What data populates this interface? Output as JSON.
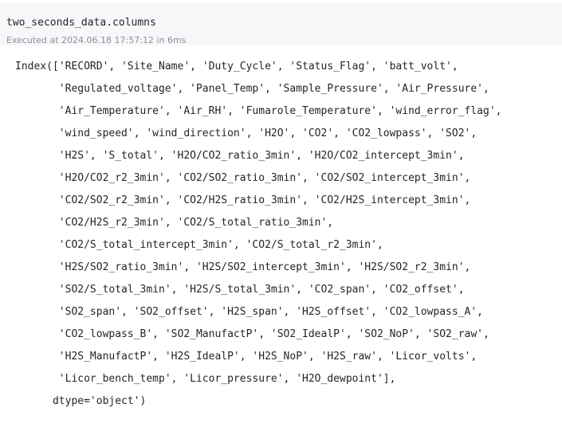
{
  "cell": {
    "code": "two_seconds_data.columns",
    "meta_prefix": "Executed at ",
    "timestamp": "2024.06.18 17:57:12",
    "meta_mid": " in ",
    "duration": "6ms"
  },
  "output": {
    "lines": [
      "Index(['RECORD', 'Site_Name', 'Duty_Cycle', 'Status_Flag', 'batt_volt',",
      "       'Regulated_voltage', 'Panel_Temp', 'Sample_Pressure', 'Air_Pressure',",
      "       'Air_Temperature', 'Air_RH', 'Fumarole_Temperature', 'wind_error_flag',",
      "       'wind_speed', 'wind_direction', 'H2O', 'CO2', 'CO2_lowpass', 'SO2',",
      "       'H2S', 'S_total', 'H2O/CO2_ratio_3min', 'H2O/CO2_intercept_3min',",
      "       'H2O/CO2_r2_3min', 'CO2/SO2_ratio_3min', 'CO2/SO2_intercept_3min',",
      "       'CO2/SO2_r2_3min', 'CO2/H2S_ratio_3min', 'CO2/H2S_intercept_3min',",
      "       'CO2/H2S_r2_3min', 'CO2/S_total_ratio_3min',",
      "       'CO2/S_total_intercept_3min', 'CO2/S_total_r2_3min',",
      "       'H2S/SO2_ratio_3min', 'H2S/SO2_intercept_3min', 'H2S/SO2_r2_3min',",
      "       'SO2/S_total_3min', 'H2S/S_total_3min', 'CO2_span', 'CO2_offset',",
      "       'SO2_span', 'SO2_offset', 'H2S_span', 'H2S_offset', 'CO2_lowpass_A',",
      "       'CO2_lowpass_B', 'SO2_ManufactP', 'SO2_IdealP', 'SO2_NoP', 'SO2_raw',",
      "       'H2S_ManufactP', 'H2S_IdealP', 'H2S_NoP', 'H2S_raw', 'Licor_volts',",
      "       'Licor_bench_temp', 'Licor_pressure', 'H2O_dewpoint'],",
      "      dtype='object')"
    ]
  }
}
